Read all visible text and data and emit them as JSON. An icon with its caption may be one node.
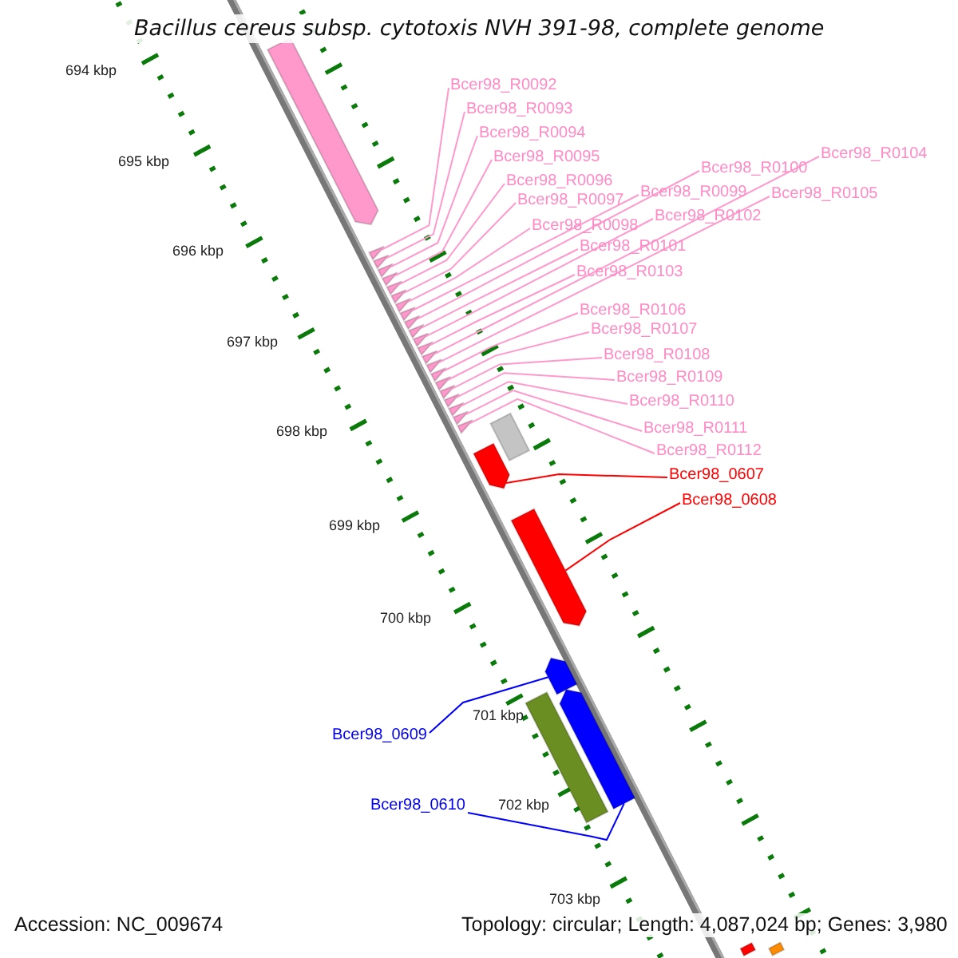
{
  "diagram": {
    "title": "Bacillus cereus subsp. cytotoxis NVH 391-98, complete genome",
    "nodes": [
      {
        "text": [
          "Bcer98_R0092"
        ]
      },
      {
        "text": [
          "Bcer98_R0093"
        ]
      },
      {
        "text": [
          "Bcer98_R0094"
        ]
      },
      {
        "text": [
          "Bcer98_R0095"
        ]
      },
      {
        "text": [
          "Bcer98_R0096"
        ]
      },
      {
        "text": [
          "Bcer98_R0097"
        ]
      },
      {
        "text": [
          "Bcer98_R0098"
        ]
      },
      {
        "text": [
          "Bcer98_R0099"
        ]
      },
      {
        "text": [
          "Bcer98_R0100"
        ]
      },
      {
        "text": [
          "Bcer98_R0101"
        ]
      },
      {
        "text": [
          "Bcer98_R0102"
        ]
      },
      {
        "text": [
          "Bcer98_R0103"
        ]
      },
      {
        "text": [
          "Bcer98_R0104"
        ]
      },
      {
        "text": [
          "Bcer98_R0105"
        ]
      },
      {
        "text": [
          "Bcer98_R0106"
        ]
      },
      {
        "text": [
          "Bcer98_R0107"
        ]
      },
      {
        "text": [
          "Bcer98_R0108"
        ]
      },
      {
        "text": [
          "Bcer98_R0109"
        ]
      },
      {
        "text": [
          "Bcer98_R0110"
        ]
      },
      {
        "text": [
          "Bcer98_R0111"
        ]
      },
      {
        "text": [
          "Bcer98_R0112"
        ]
      },
      {
        "text": [
          "Bcer98_0607"
        ]
      },
      {
        "text": [
          "Bcer98_0608"
        ]
      },
      {
        "text": [
          "Bcer98_0609"
        ]
      },
      {
        "text": [
          "Bcer98_0610"
        ]
      },
      {
        "text": [],
        "shape": "triangle"
      },
      {
        "text": [],
        "shape": "triangle"
      },
      {
        "text": [],
        "shape": "triangle"
      },
      {
        "text": [],
        "shape": "triangle"
      },
      {
        "text": [],
        "shape": "triangle"
      },
      {
        "text": [],
        "shape": "triangle"
      },
      {
        "text": [],
        "shape": "triangle"
      },
      {
        "text": [],
        "shape": "triangle"
      },
      {
        "text": [],
        "shape": "triangle"
      },
      {
        "text": [],
        "shape": "triangle"
      },
      {
        "text": [],
        "shape": "triangle"
      },
      {
        "text": [],
        "shape": "triangle"
      },
      {
        "text": [],
        "shape": "triangle"
      },
      {
        "text": [],
        "shape": "triangle"
      },
      {
        "text": [],
        "shape": "triangle"
      },
      {
        "text": [],
        "shape": "triangle"
      },
      {
        "text": [],
        "shape": "triangle"
      },
      {
        "text": [],
        "shape": "triangle"
      },
      {
        "text": [],
        "shape": "triangle"
      },
      {
        "text": [],
        "shape": "triangle"
      },
      {
        "text": [],
        "shape": "triangle"
      },
      {
        "text": [],
        "shape": "arrow"
      },
      {
        "text": [],
        "shape": "arrow"
      },
      {
        "text": [],
        "shape": "bar"
      },
      {
        "text": [],
        "shape": "arrow"
      },
      {
        "text": [],
        "shape": "arrow"
      },
      {
        "text": [],
        "shape": "bar"
      },
      {
        "text": [],
        "shape": "arrow"
      },
      {
        "text": [],
        "shape": "bar"
      },
      {
        "text": [],
        "shape": "bar"
      }
    ],
    "edges": [
      {
        "from": 0,
        "to": 25,
        "arrow": "none"
      },
      {
        "from": 1,
        "to": 26,
        "arrow": "none"
      },
      {
        "from": 2,
        "to": 27,
        "arrow": "none"
      },
      {
        "from": 3,
        "to": 28,
        "arrow": "none"
      },
      {
        "from": 4,
        "to": 29,
        "arrow": "none"
      },
      {
        "from": 5,
        "to": 30,
        "arrow": "none"
      },
      {
        "from": 6,
        "to": 31,
        "arrow": "none"
      },
      {
        "from": 7,
        "to": 32,
        "arrow": "none"
      },
      {
        "from": 8,
        "to": 33,
        "arrow": "none"
      },
      {
        "from": 9,
        "to": 34,
        "arrow": "none"
      },
      {
        "from": 10,
        "to": 35,
        "arrow": "none"
      },
      {
        "from": 11,
        "to": 36,
        "arrow": "none"
      },
      {
        "from": 12,
        "to": 37,
        "arrow": "none"
      },
      {
        "from": 13,
        "to": 38,
        "arrow": "none"
      },
      {
        "from": 14,
        "to": 39,
        "arrow": "none"
      },
      {
        "from": 15,
        "to": 40,
        "arrow": "none"
      },
      {
        "from": 16,
        "to": 41,
        "arrow": "none"
      },
      {
        "from": 17,
        "to": 42,
        "arrow": "none"
      },
      {
        "from": 18,
        "to": 43,
        "arrow": "none"
      },
      {
        "from": 19,
        "to": 44,
        "arrow": "none"
      },
      {
        "from": 20,
        "to": 45,
        "arrow": "none"
      },
      {
        "from": 21,
        "to": 47,
        "arrow": "none",
        "color": "#ff0000"
      },
      {
        "from": 22,
        "to": 49,
        "arrow": "none",
        "color": "#ff0000"
      },
      {
        "from": 23,
        "to": 50,
        "arrow": "none",
        "color": "#0000ff"
      },
      {
        "from": 24,
        "to": 52,
        "arrow": "none",
        "color": "#0000ff"
      }
    ],
    "labels": [
      "694 kbp",
      "695 kbp",
      "696 kbp",
      "697 kbp",
      "698 kbp",
      "699 kbp",
      "700 kbp",
      "701 kbp",
      "702 kbp",
      "703 kbp",
      "Accession: NC_009674",
      "Topology: circular; Length: 4,087,024 bp; Genes: 3,980"
    ]
  }
}
